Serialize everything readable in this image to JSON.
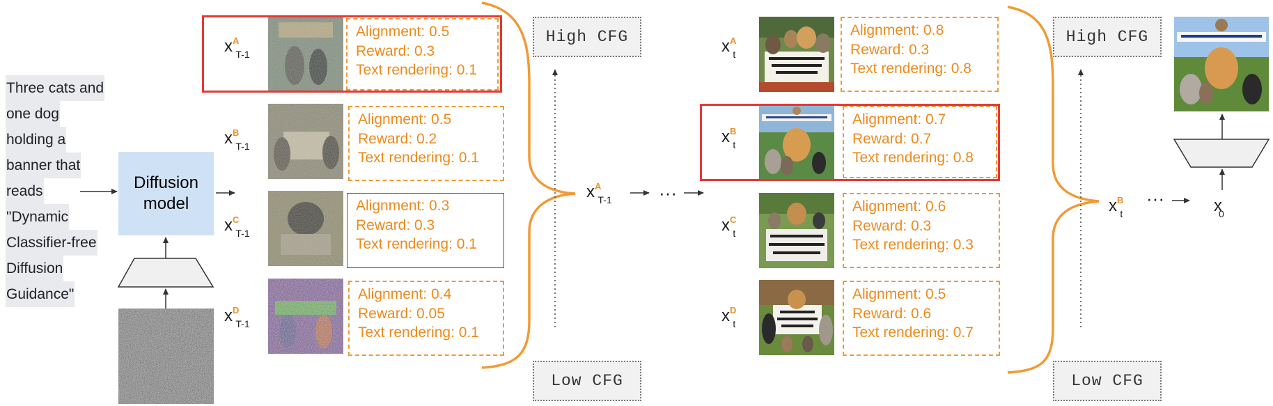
{
  "prompt": {
    "lines": [
      "Three cats and",
      "one dog",
      "holding a",
      "banner that",
      "reads",
      "\"Dynamic",
      "Classifier-free",
      "Diffusion",
      "Guidance\""
    ]
  },
  "model_label": [
    "Diffusion",
    "model"
  ],
  "cfg": {
    "high": "High CFG",
    "low": "Low CFG"
  },
  "symbols": {
    "x": "x",
    "prev": "T-1",
    "cur": "t",
    "zero": "0",
    "ellipsis": "···"
  },
  "step_prev": {
    "candidates": [
      {
        "id": "A",
        "alignment": "Alignment: 0.5",
        "reward": "Reward: 0.3",
        "text": "Text rendering: 0.1",
        "selected": true
      },
      {
        "id": "B",
        "alignment": "Alignment: 0.5",
        "reward": "Reward: 0.2",
        "text": "Text rendering: 0.1",
        "selected": false
      },
      {
        "id": "C",
        "alignment": "Alignment: 0.3",
        "reward": "Reward: 0.3",
        "text": "Text rendering: 0.1",
        "selected": false
      },
      {
        "id": "D",
        "alignment": "Alignment: 0.4",
        "reward": "Reward: 0.05",
        "text": "Text rendering: 0.1",
        "selected": false
      }
    ],
    "chosen": "A"
  },
  "step_cur": {
    "candidates": [
      {
        "id": "A",
        "alignment": "Alignment: 0.8",
        "reward": "Reward: 0.3",
        "text": "Text rendering: 0.8",
        "selected": false
      },
      {
        "id": "B",
        "alignment": "Alignment: 0.7",
        "reward": "Reward: 0.7",
        "text": "Text rendering: 0.8",
        "selected": true
      },
      {
        "id": "C",
        "alignment": "Alignment: 0.6",
        "reward": "Reward: 0.3",
        "text": "Text rendering: 0.3",
        "selected": false
      },
      {
        "id": "D",
        "alignment": "Alignment: 0.5",
        "reward": "Reward: 0.6",
        "text": "Text rendering: 0.7",
        "selected": false
      }
    ],
    "chosen": "B"
  },
  "colors": {
    "accent": "#f29a35",
    "select": "#e53935",
    "model_fill": "#cfe1f5"
  }
}
